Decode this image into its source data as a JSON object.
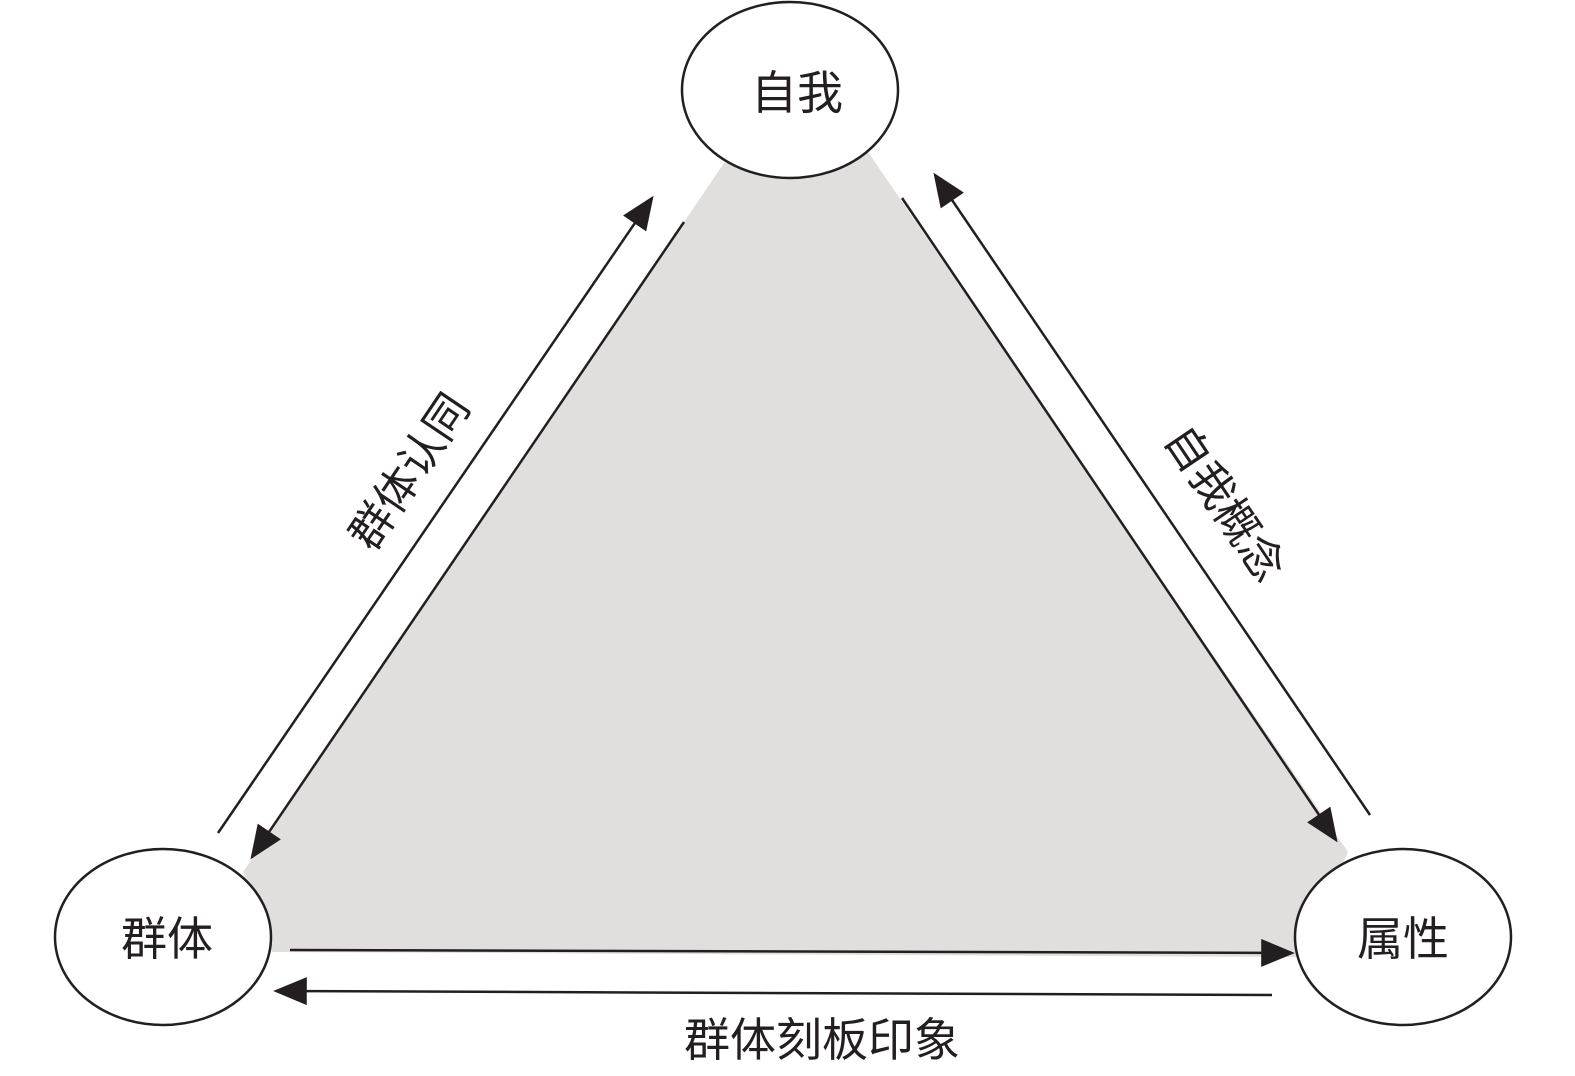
{
  "nodes": {
    "self": "自我",
    "group": "群体",
    "attribute": "属性"
  },
  "edges": {
    "group_identity": "群体认同",
    "self_concept": "自我概念",
    "group_stereotype": "群体刻板印象"
  },
  "colors": {
    "fill": "#e0dfde",
    "stroke": "#231f20"
  }
}
